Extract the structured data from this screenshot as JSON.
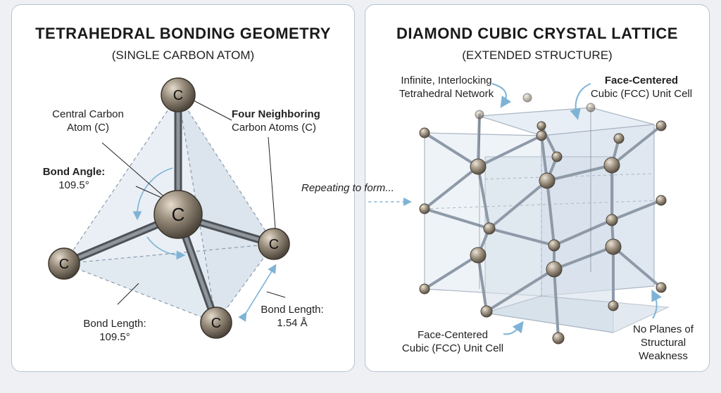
{
  "left": {
    "title": "TETRAHEDRAL BONDING GEOMETRY",
    "subtitle": "(SINGLE CARBON ATOM)",
    "central_atom_label": [
      "Central Carbon",
      "Atom (C)"
    ],
    "neighbor_label": [
      "Four Neighboring",
      "Carbon Atoms (C)"
    ],
    "bond_angle_label": [
      "Bond Angle:",
      "109.5°"
    ],
    "bond_length_left": [
      "Bond Length:",
      "109.5°"
    ],
    "bond_length_right": [
      "Bond Length:",
      "1.54 Å"
    ],
    "atom_symbol": "C"
  },
  "right": {
    "title": "DIAMOND CUBIC CRYSTAL LATTICE",
    "subtitle": "(EXTENDED STRUCTURE)",
    "network_label": [
      "Infinite, Interlocking",
      "Tetrahedral Network"
    ],
    "fcc_top_label": [
      "Face-Centered",
      "Cubic (FCC) Unit Cell"
    ],
    "repeating_label": "Repeating to form...",
    "fcc_bottom_label": [
      "Face-Centered",
      "Cubic (FCC) Unit Cell"
    ],
    "no_planes_label": [
      "No Planes of",
      "Structural",
      "Weakness"
    ]
  },
  "colors": {
    "atom_fill": "#8c8172",
    "bond": "#6d7279",
    "lattice_line": "#a8b4c2",
    "arrow": "#7fb3d6"
  }
}
